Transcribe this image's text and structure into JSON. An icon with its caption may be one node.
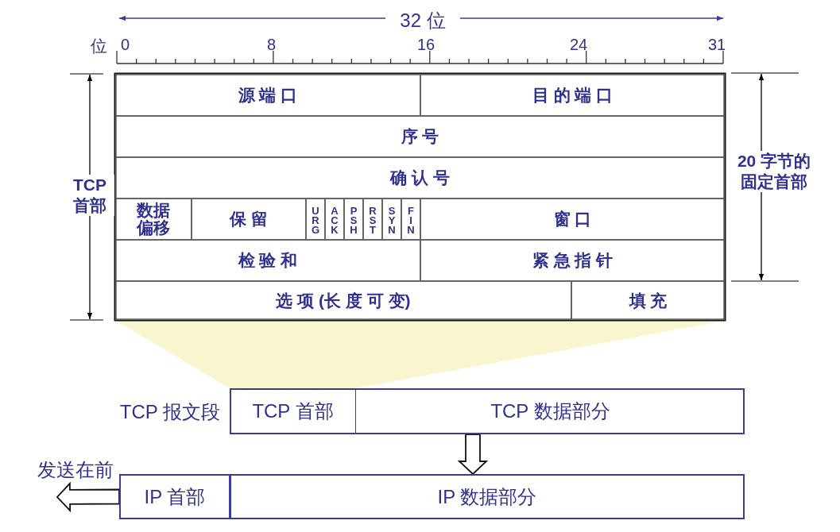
{
  "diagram": {
    "nodes": [
      {
        "text": [
          "源 端 口"
        ]
      },
      {
        "text": [
          "目 的 端 口"
        ]
      },
      {
        "text": [
          "序 号"
        ]
      },
      {
        "text": [
          "确 认 号"
        ]
      },
      {
        "text": [
          "数据偏移"
        ]
      },
      {
        "text": [
          "保 留"
        ]
      },
      {
        "text": [
          "URG"
        ]
      },
      {
        "text": [
          "ACK"
        ]
      },
      {
        "text": [
          "PSH"
        ]
      },
      {
        "text": [
          "RST"
        ]
      },
      {
        "text": [
          "SYN"
        ]
      },
      {
        "text": [
          "FIN"
        ]
      },
      {
        "text": [
          "窗 口"
        ]
      },
      {
        "text": [
          "检 验 和"
        ]
      },
      {
        "text": [
          "紧 急 指 针"
        ]
      },
      {
        "text": [
          "选 项 (长 度 可 变)"
        ]
      },
      {
        "text": [
          "填 充"
        ]
      },
      {
        "text": [
          "TCP 报文段"
        ]
      },
      {
        "text": [
          "TCP 首部"
        ],
        "in": 17
      },
      {
        "text": [
          "TCP 数据部分"
        ],
        "in": 17
      },
      {
        "text": [
          "IP 首部"
        ]
      },
      {
        "text": [
          "IP 数据部分"
        ]
      }
    ],
    "edges": [
      {
        "from": 19,
        "to": 21,
        "arrow": "to"
      },
      {
        "from": 20,
        "to": null,
        "arrow": "to",
        "label": "发送在前"
      }
    ],
    "labels": [
      "32 位",
      "位",
      "0",
      "8",
      "16",
      "24",
      "31",
      "TCP 首部",
      "20 字节的固定首部"
    ]
  }
}
